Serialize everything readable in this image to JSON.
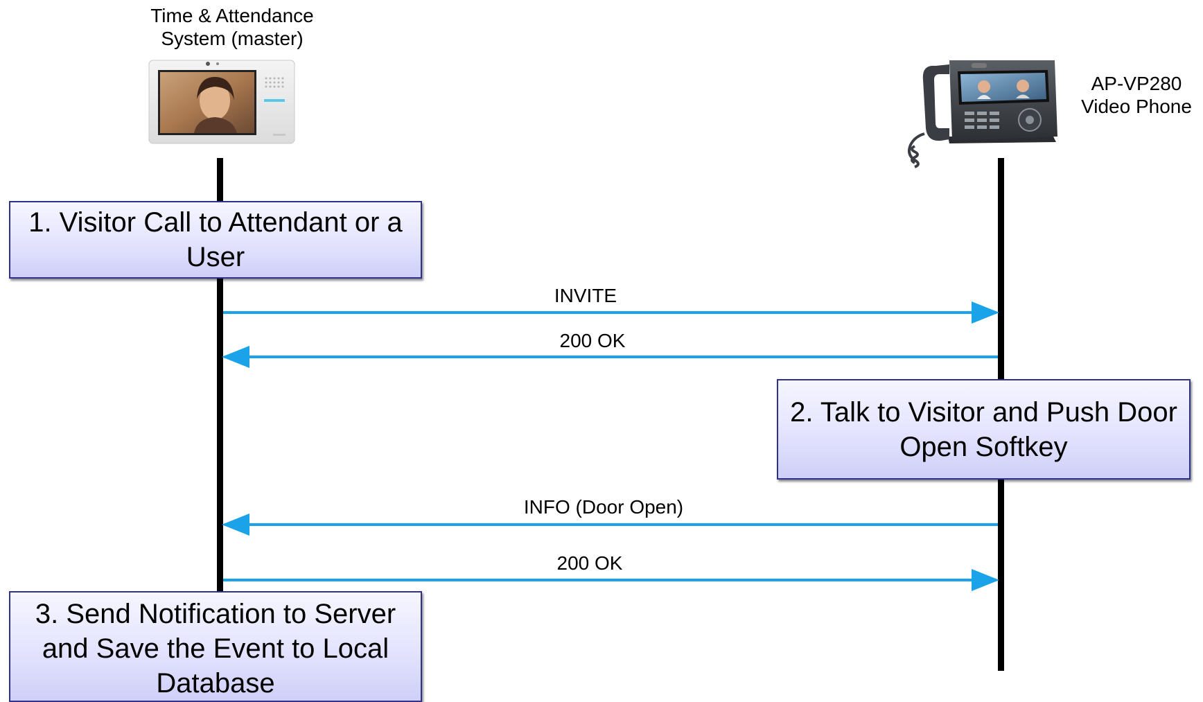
{
  "participants": {
    "left": {
      "label": "Time & Attendance\nSystem (master)",
      "icon": "time-attendance-terminal-icon"
    },
    "right": {
      "label": "AP-VP280\nVideo Phone",
      "icon": "video-phone-icon"
    }
  },
  "steps": [
    {
      "text": "1. Visitor Call to Attendant or a User"
    },
    {
      "text": "2. Talk to Visitor and Push Door Open Softkey"
    },
    {
      "text": "3. Send Notification to Server and Save the Event to Local Database"
    }
  ],
  "messages": [
    {
      "label": "INVITE",
      "direction": "left-to-right"
    },
    {
      "label": "200 OK",
      "direction": "right-to-left"
    },
    {
      "label": "INFO (Door Open)",
      "direction": "right-to-left"
    },
    {
      "label": "200 OK",
      "direction": "left-to-right"
    }
  ],
  "colors": {
    "arrow": "#1aa3e8",
    "lifeline": "#000000",
    "box_border": "#2f2f8c",
    "box_fill": "#e3e3ff"
  }
}
